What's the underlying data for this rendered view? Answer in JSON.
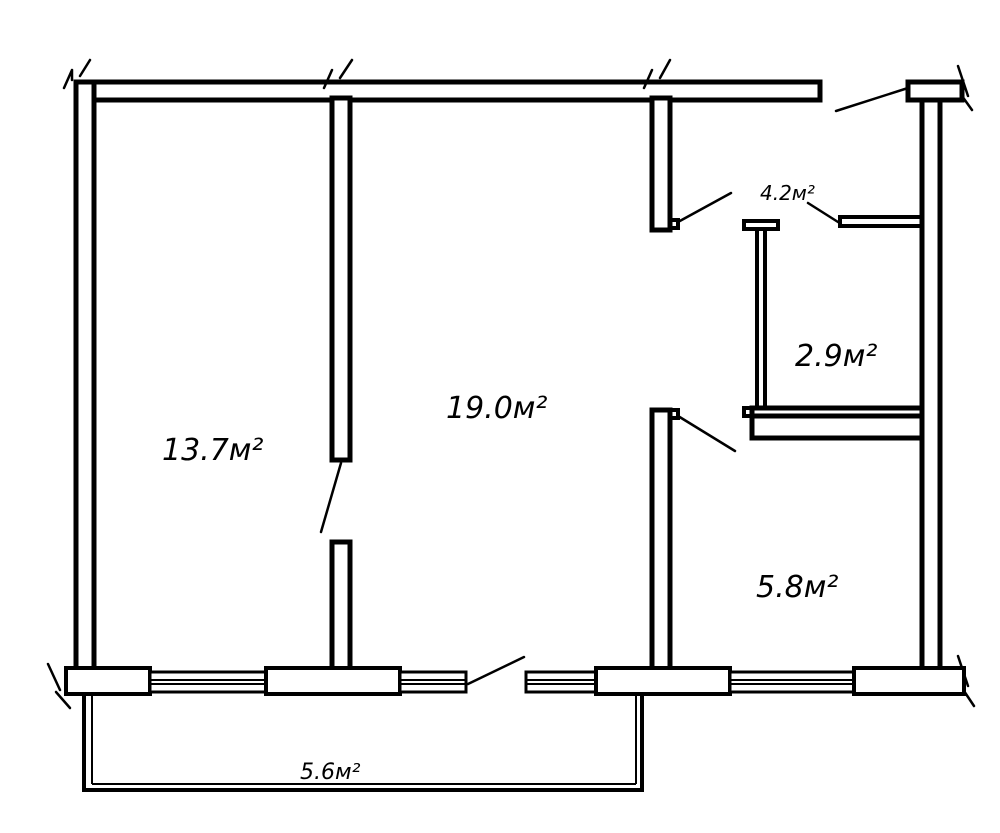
{
  "rooms": [
    {
      "id": "room-left",
      "area": "13.7м²"
    },
    {
      "id": "room-main",
      "area": "19.0м²"
    },
    {
      "id": "room-corridor",
      "area": "4.2м²"
    },
    {
      "id": "room-bath",
      "area": "2.9м²"
    },
    {
      "id": "room-kitchen",
      "area": "5.8м²"
    },
    {
      "id": "balcony",
      "area": "5.6м²"
    }
  ],
  "colors": {
    "ink": "#000000",
    "paper": "#ffffff"
  }
}
